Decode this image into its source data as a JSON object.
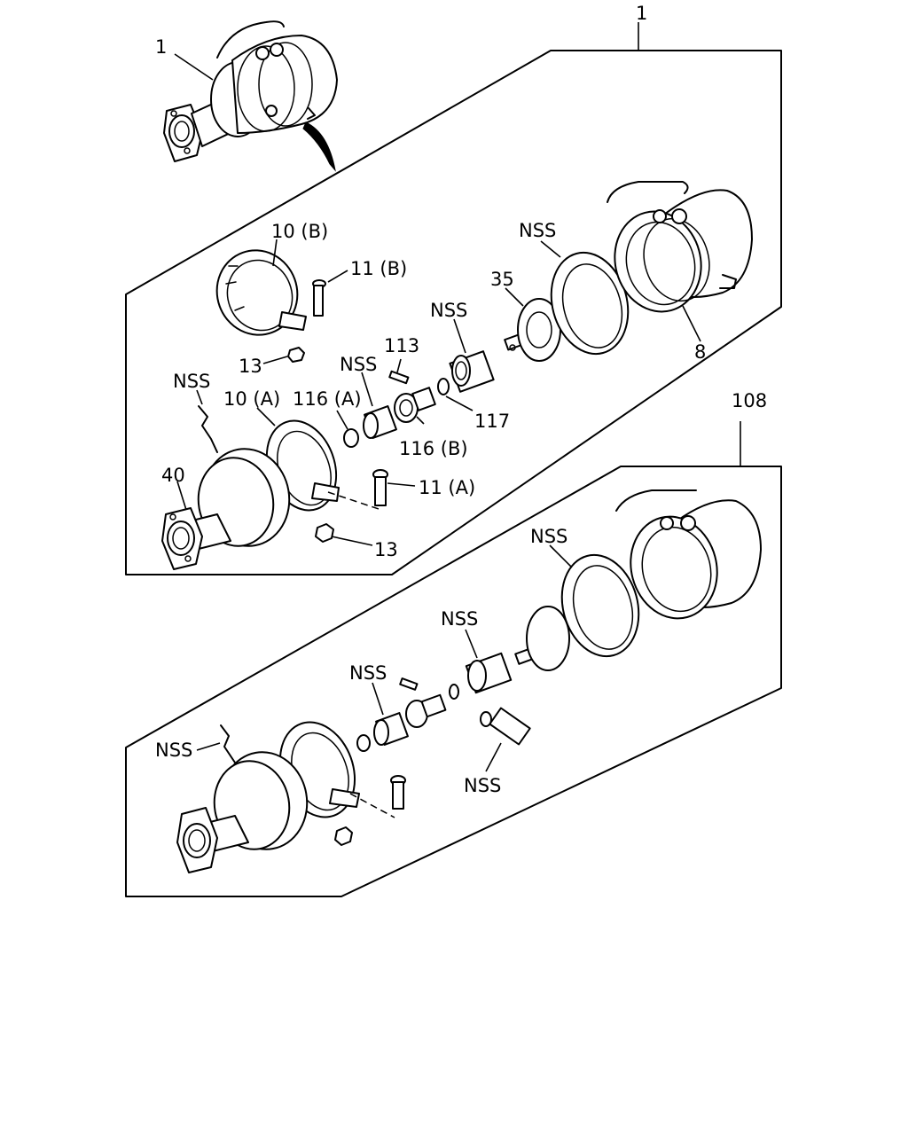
{
  "callouts": {
    "assembly_top": "1",
    "assembly_small": "1",
    "clamp_b": "10 (B)",
    "bolt_b": "11 (B)",
    "nut_top": "13",
    "pin": "113",
    "nss_vent": "NSS",
    "nss_seal": "NSS",
    "nss_sleeve": "NSS",
    "diaphragm": "35",
    "nss_hose": "NSS",
    "clamp_a": "10 (A)",
    "spacer_a": "116 (A)",
    "spacer_b": "116 (B)",
    "oring": "117",
    "ring": "8",
    "rotochamber": "40",
    "bolt_a": "11 (A)",
    "nut_bottom": "13",
    "kit": "108",
    "kit_nss_seal": "NSS",
    "kit_nss_vent": "NSS",
    "kit_nss_sleeve": "NSS",
    "kit_nss_hose": "NSS",
    "kit_nss_grease": "NSS"
  }
}
